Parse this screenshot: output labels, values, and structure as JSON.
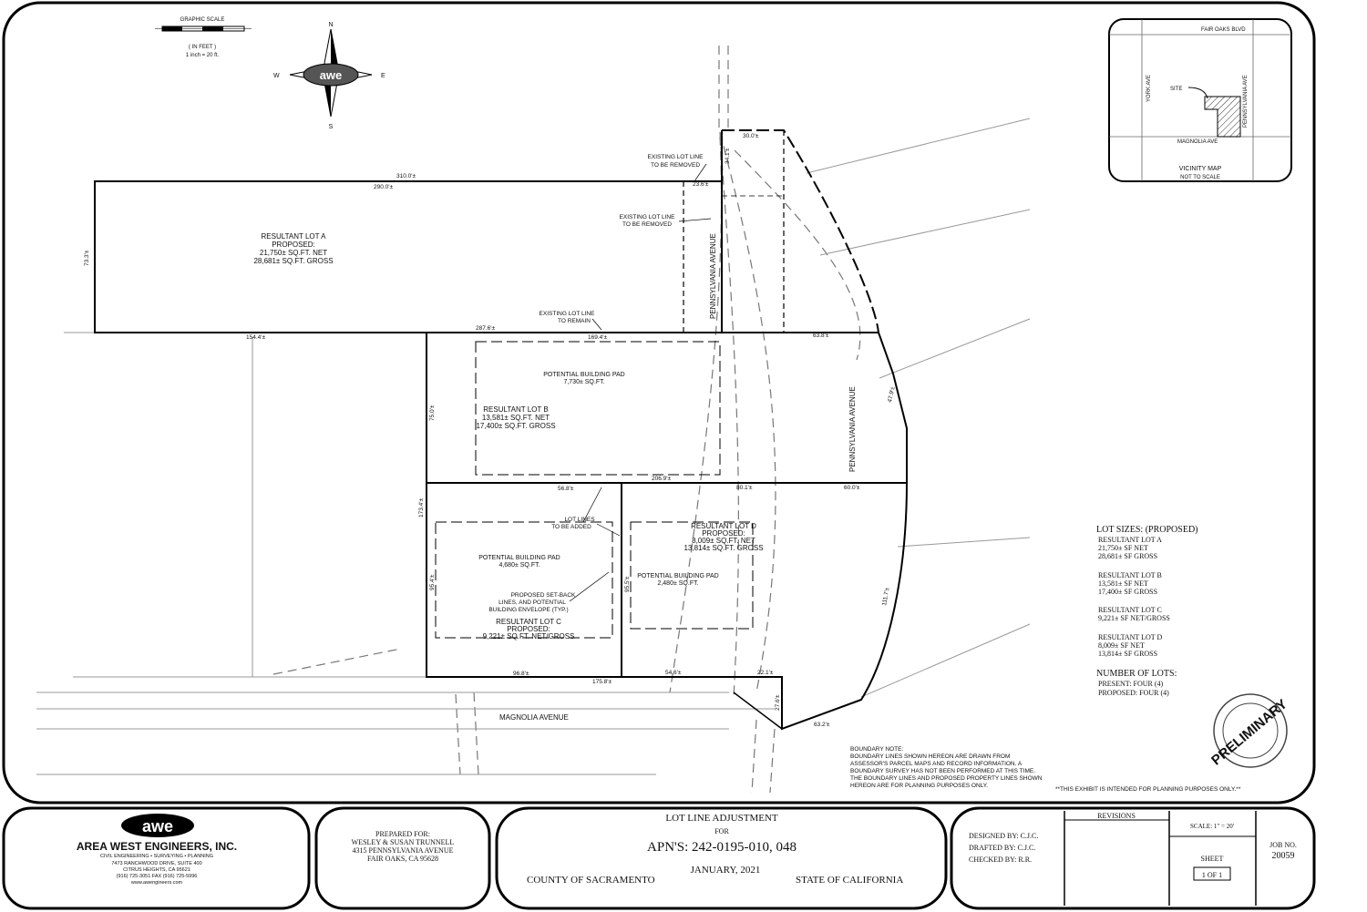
{
  "north_arrow": {
    "n": "N",
    "s": "S",
    "e": "E",
    "w": "W",
    "logo": "awe"
  },
  "graphic_scale": {
    "title": "GRAPHIC SCALE",
    "unit": "( IN FEET )",
    "ratio": "1 inch = 20 ft."
  },
  "vicinity_map": {
    "title": "VICINITY MAP",
    "subtitle": "NOT TO SCALE",
    "fair_oaks": "FAIR OAKS BLVD",
    "york": "YORK AVE",
    "penn": "PENNSYLVANIA AVE",
    "magnolia": "MAGNOLIA AVE",
    "site": "SITE"
  },
  "lots": {
    "a": {
      "title": "RESULTANT LOT A",
      "l1": "PROPOSED:",
      "l2": "21,750± SQ.FT. NET",
      "l3": "28,681± SQ.FT. GROSS"
    },
    "b": {
      "title": "RESULTANT LOT B",
      "l1": "13,581± SQ.FT. NET",
      "l2": "17,400± SQ.FT. GROSS"
    },
    "c": {
      "title": "RESULTANT LOT C",
      "l1": "PROPOSED:",
      "l2": "9,221± SQ.FT. NET/GROSS"
    },
    "d": {
      "title": "RESULTANT LOT D",
      "l1": "PROPOSED:",
      "l2": "8,009± SQ.FT. NET",
      "l3": "13,814± SQ.FT. GROSS"
    }
  },
  "pads": {
    "b": {
      "l1": "POTENTIAL BUILDING PAD",
      "l2": "7,730± SQ.FT."
    },
    "c": {
      "l1": "POTENTIAL BUILDING PAD",
      "l2": "4,680± SQ.FT."
    },
    "d": {
      "l1": "POTENTIAL BUILDING PAD",
      "l2": "2,480± SQ.FT."
    }
  },
  "dims": {
    "d310": "310.0'±",
    "d290": "290.0'±",
    "d733": "73.3'±",
    "d30top": "30.0'±",
    "d236": "23.6'±",
    "d287": "287.6'±",
    "d1694": "169.4'±",
    "d1544": "154.4'±",
    "d638": "63.8'±",
    "d750": "75.0'±",
    "d2069": "206.9'±",
    "d568": "56.8'±",
    "d801": "80.1'±",
    "d600": "60.0'±",
    "d1734": "173.4'±",
    "d954": "95.4'±",
    "d955": "95.5'±",
    "d968": "96.8'±",
    "d1758": "175.8'±",
    "d546": "54.6'±",
    "d221": "22.1'±",
    "d276": "27.6'±",
    "d632": "63.2'±",
    "d341": "34.1'±",
    "d479": "47.9'±",
    "d1117": "111.7'±"
  },
  "notes": {
    "existing1a": "EXISTING LOT LINE",
    "existing1b": "TO BE REMOVED",
    "existing2a": "EXISTING LOT LINE",
    "existing2b": "TO BE REMOVED",
    "remain_a": "EXISTING LOT LINE",
    "remain_b": "TO REMAIN",
    "added_a": "LOT LINES",
    "added_b": "TO BE ADDED",
    "setback_a": "PROPOSED SET-BACK",
    "setback_b": "LINES, AND POTENTIAL",
    "setback_c": "BUILDING ENVELOPE (TYP.)",
    "penn_ave": "PENNSYLVANIA AVENUE",
    "magnolia_ave": "MAGNOLIA AVENUE"
  },
  "lot_sizes": {
    "title": "LOT SIZES: (PROPOSED)",
    "a1": "RESULTANT LOT A",
    "a2": "21,750± SF NET",
    "a3": "28,681± SF GROSS",
    "b1": "RESULTANT LOT B",
    "b2": "13,581± SF NET",
    "b3": "17,400± SF GROSS",
    "c1": "RESULTANT LOT C",
    "c2": "9,221± SF NET/GROSS",
    "d1": "RESULTANT LOT D",
    "d2": "8,009± SF NET",
    "d3": "13,814± SF GROSS",
    "num_title": "NUMBER OF LOTS:",
    "present": "PRESENT: FOUR (4)",
    "proposed": "PROPOSED: FOUR (4)"
  },
  "boundary_note": {
    "l1": "BOUNDARY NOTE:",
    "l2": "BOUNDARY LINES SHOWN HEREON ARE DRAWN FROM",
    "l3": "ASSESSOR'S PARCEL MAPS AND RECORD INFORMATION. A",
    "l4": "BOUNDARY SURVEY HAS NOT BEEN PERFORMED AT THIS TIME.",
    "l5": "THE BOUNDARY LINES AND PROPOSED PROPERTY LINES SHOWN",
    "l6": "HEREON ARE FOR PLANNING PURPOSES ONLY.",
    "exhibit": "**THIS EXHIBIT IS INTENDED FOR PLANNING PURPOSES ONLY.**"
  },
  "stamp": {
    "text": "PRELIMINARY"
  },
  "title_block": {
    "company": "AREA WEST ENGINEERS, INC.",
    "logo": "awe",
    "tagline": "CIVIL ENGINEERING • SURVEYING • PLANNING",
    "address1": "7473 RANCHWOOD DRIVE, SUITE 400",
    "address2": "CITRUS HEIGHTS, CA 95621",
    "phone": "(916) 725-3051 FAX (916) 725-5996",
    "web": "www.awengineers.com",
    "prepared_for": "PREPARED FOR:",
    "client": "WESLEY & SUSAN TRUNNELL",
    "client_addr": "4315 PENNSYLVANIA AVENUE",
    "client_city": "FAIR OAKS, CA 95628",
    "project": "LOT LINE ADJUSTMENT",
    "for": "FOR",
    "apns": "APN'S: 242-0195-010, 048",
    "date": "JANUARY, 2021",
    "county": "COUNTY OF SACRAMENTO",
    "state": "STATE OF CALIFORNIA",
    "designed": "DESIGNED BY: C.J.C.",
    "drafted": "DRAFTED BY: C.J.C.",
    "checked": "CHECKED BY: R.R.",
    "revisions": "REVISIONS",
    "scale": "SCALE: 1\" = 20'",
    "sheet": "SHEET",
    "sheet_no": "1 OF 1",
    "job_label": "JOB NO.",
    "job_no": "20059"
  }
}
